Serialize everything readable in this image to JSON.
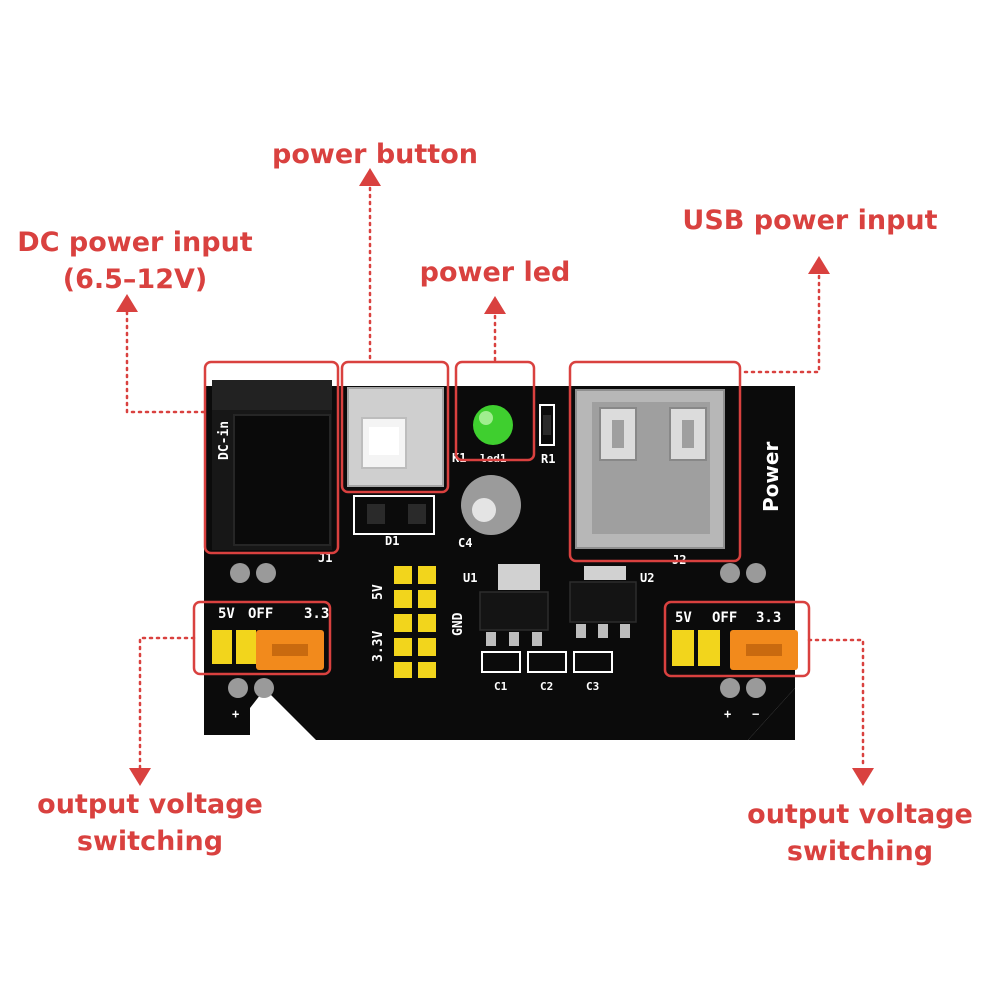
{
  "theme": {
    "accent": "#d9413f",
    "board": "#0b0b0b",
    "jumper_yellow": "#f2d51c",
    "jumper_orange": "#f28a1c",
    "led_green": "#3fcf2f"
  },
  "callouts": {
    "power_button": "power button",
    "dc_input": {
      "line1": "DC power input",
      "line2": "(6.5–12V)"
    },
    "power_led": "power led",
    "usb_input": "USB power input",
    "voltage_left": {
      "line1": "output voltage",
      "line2": "switching"
    },
    "voltage_right": {
      "line1": "output voltage",
      "line2": "switching"
    }
  },
  "silkscreen": {
    "dc_in": "DC-in",
    "j1": "J1",
    "d1": "D1",
    "k1": "K1",
    "led1": "led1",
    "r1": "R1",
    "c4": "C4",
    "u1": "U1",
    "u2": "U2",
    "j2": "J2",
    "power": "Power",
    "pin_5v": "5V",
    "pin_33v": "3.3V",
    "gnd": "GND",
    "left_5v": "5V",
    "left_off": "OFF",
    "left_33": "3.3",
    "right_5v": "5V",
    "right_off": "OFF",
    "right_33": "3.3",
    "c1": "C1",
    "c2": "C2",
    "c3": "C3",
    "plus_left": "+",
    "minus_left": "−",
    "plus_right": "+",
    "minus_right": "−"
  }
}
